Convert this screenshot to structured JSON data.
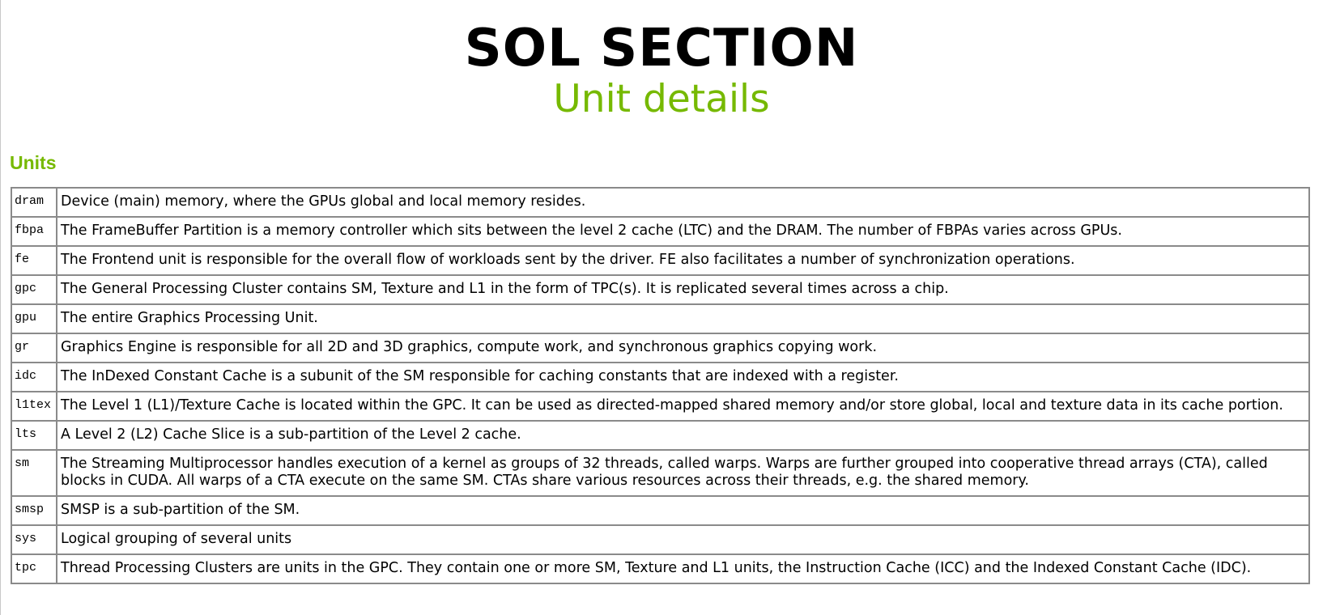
{
  "header": {
    "title": "SOL SECTION",
    "subtitle": "Unit details"
  },
  "section": {
    "heading": "Units"
  },
  "colors": {
    "accent": "#76b900",
    "border": "#8a8a8a"
  },
  "units": [
    {
      "name": "dram",
      "description": "Device (main) memory, where the GPUs global and local memory resides."
    },
    {
      "name": "fbpa",
      "description": "The FrameBuffer Partition is a memory controller which sits between the level 2 cache (LTC) and the DRAM. The number of FBPAs varies across GPUs."
    },
    {
      "name": "fe",
      "description": "The Frontend unit is responsible for the overall flow of workloads sent by the driver. FE also facilitates a number of synchronization operations."
    },
    {
      "name": "gpc",
      "description": "The General Processing Cluster contains SM, Texture and L1 in the form of TPC(s). It is replicated several times across a chip."
    },
    {
      "name": "gpu",
      "description": "The entire Graphics Processing Unit."
    },
    {
      "name": "gr",
      "description": "Graphics Engine is responsible for all 2D and 3D graphics, compute work, and synchronous graphics copying work."
    },
    {
      "name": "idc",
      "description": "The InDexed Constant Cache is a subunit of the SM responsible for caching constants that are indexed with a register."
    },
    {
      "name": "l1tex",
      "description": "The Level 1 (L1)/Texture Cache is located within the GPC. It can be used as directed-mapped shared memory and/or store global, local and texture data in its cache portion."
    },
    {
      "name": "lts",
      "description": "A Level 2 (L2) Cache Slice is a sub-partition of the Level 2 cache."
    },
    {
      "name": "sm",
      "description": "The Streaming Multiprocessor handles execution of a kernel as groups of 32 threads, called warps. Warps are further grouped into cooperative thread arrays (CTA), called blocks in CUDA. All warps of a CTA execute on the same SM. CTAs share various resources across their threads, e.g. the shared memory."
    },
    {
      "name": "smsp",
      "description": "SMSP is a sub-partition of the SM."
    },
    {
      "name": "sys",
      "description": "Logical grouping of several units"
    },
    {
      "name": "tpc",
      "description": "Thread Processing Clusters are units in the GPC. They contain one or more SM, Texture and L1 units, the Instruction Cache (ICC) and the Indexed Constant Cache (IDC)."
    }
  ]
}
